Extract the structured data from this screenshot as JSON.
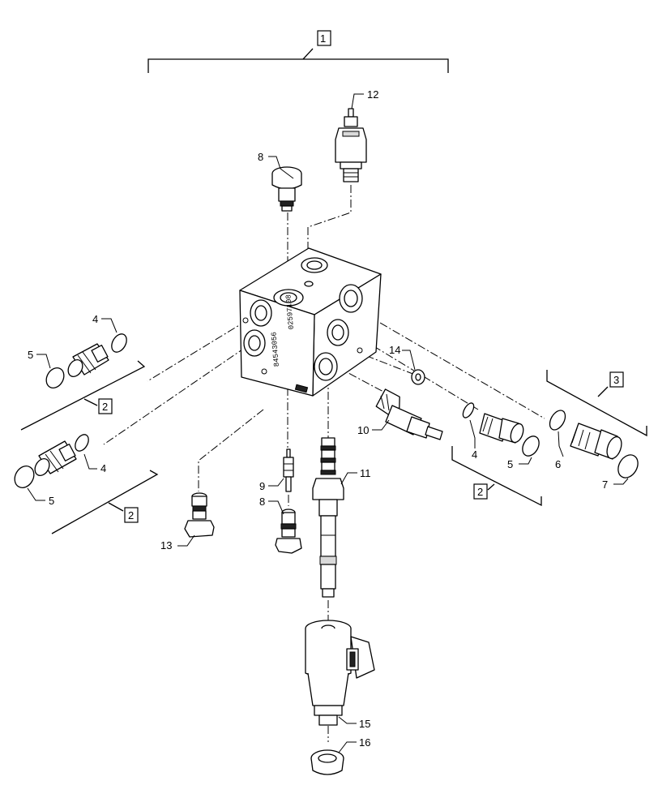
{
  "callouts": {
    "c1": "1",
    "c2a": "2",
    "c2b": "2",
    "c2c": "2",
    "c3": "3",
    "c4a": "4",
    "c4b": "4",
    "c4c": "4",
    "c5a": "5",
    "c5b": "5",
    "c5c": "5",
    "c6": "6",
    "c7": "7",
    "c8a": "8",
    "c8b": "8",
    "c9": "9",
    "c10": "10",
    "c11": "11",
    "c12": "12",
    "c13": "13",
    "c14": "14",
    "c15": "15",
    "c16": "16"
  },
  "block_marks": {
    "m1": "02597108",
    "m2": "84543056"
  }
}
